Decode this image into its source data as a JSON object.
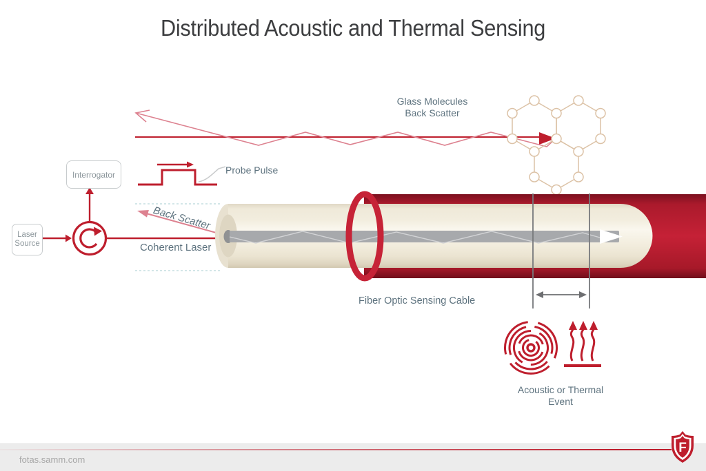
{
  "title": "Distributed Acoustic and Thermal Sensing",
  "labels": {
    "glass_line1": "Glass Molecules",
    "glass_line2": "Back Scatter",
    "probe_pulse": "Probe Pulse",
    "interrogator": "Interrogator",
    "laser_line1": "Laser",
    "laser_line2": "Source",
    "back_scatter": "Back Scatter",
    "coherent_laser": "Coherent Laser",
    "fiber_cable": "Fiber Optic Sensing Cable",
    "event_line1": "Acoustic or Thermal",
    "event_line2": "Event"
  },
  "icons": {
    "circulator": "circulator-icon",
    "molecule_lattice": "molecule-lattice-icon",
    "acoustic_waves": "acoustic-ripple-icon",
    "thermal_arrows": "heat-waves-icon",
    "shield_logo": "shield-logo-icon"
  },
  "colors": {
    "brand_red": "#be1e2d",
    "jacket_red_bright": "#c52136",
    "back_scatter_pink": "#dd8290",
    "molecule_tan": "#dcc2a6",
    "label_gray_blue": "#5e737f",
    "fiber_gray": "#a7a9ac",
    "cable_inner_beige": "#f2edde",
    "footer_gray": "#ececec"
  },
  "footer": {
    "url": "fotas.samm.com",
    "logo_letter": "F"
  }
}
